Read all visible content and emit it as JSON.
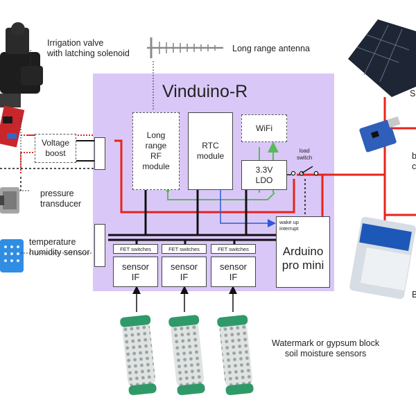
{
  "title": "Vinduino-R",
  "labels": {
    "irrigation_valve": "Irrigation valve\nwith latching solenoid",
    "antenna": "Long range antenna",
    "voltage_boost": "Voltage\nboost",
    "pressure_transducer": "pressure\ntransducer",
    "temp_humidity": "temperature\nhumidity sensor",
    "lora_module": "Long\nrange\nRF\nmodule",
    "rtc_module": "RTC\nmodule",
    "wifi": "WiFi",
    "ldo": "3.3V\nLDO",
    "load_switch": "load\nswitch",
    "wake_up": "wake up\ninterrupt",
    "arduino": "Arduino\npro mini",
    "fet_switches": [
      "FET switches",
      "FET switches",
      "FET switches"
    ],
    "sensor_if": [
      "sensor\nIF",
      "sensor\nIF",
      "sensor\nIF"
    ],
    "moisture_sensors": "Watermark or gypsum block\nsoil moisture sensors",
    "solar_partial": "S",
    "charger_partial": "b\nc",
    "battery_partial": "B"
  },
  "colors": {
    "board_fill": "#d9c8f7",
    "power_line": "#e8221a",
    "i2c_line": "#5cb85c",
    "interrupt_line": "#2a5bd7",
    "bus_line": "#111111"
  },
  "icons": [
    "solenoid-valve-icon",
    "motor-driver-board-icon",
    "antenna-icon",
    "pressure-transducer-icon",
    "temp-humidity-sensor-icon",
    "solar-panel-icon",
    "charger-board-icon",
    "battery-icon",
    "soil-moisture-sensor-icon"
  ]
}
